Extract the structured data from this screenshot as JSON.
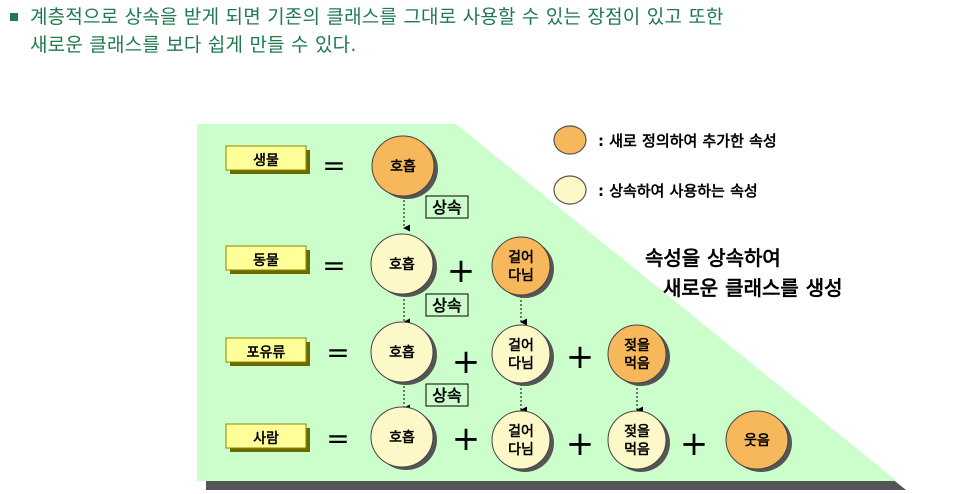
{
  "intro": {
    "line1": "계층적으로 상속을 받게 되면 기존의 클래스를 그대로 사용할 수 있는 장점이 있고 또한",
    "line2": "새로운 클래스를 보다 쉽게 만들 수 있다."
  },
  "diagram": {
    "legend": {
      "new_attr": ": 새로 정의하여 추가한 속성",
      "inherited_attr": ": 상속하여 사용하는  속성",
      "new_color": "#f6b85a",
      "inherited_color": "#fdf8c8"
    },
    "classes": [
      "생물",
      "동물",
      "포유류",
      "사람"
    ],
    "equals_sign": "=",
    "plus_sign": "+",
    "inherit_label": "상속",
    "attributes": {
      "breath": "호흡",
      "walk_line1": "걸어",
      "walk_line2": "다님",
      "milk_line1": "젖을",
      "milk_line2": "먹음",
      "laugh": "웃음"
    },
    "caption_line1": "속성을 상속하여",
    "caption_line2": "새로운 클래스를 생성",
    "background_color": "#ccfecc"
  }
}
